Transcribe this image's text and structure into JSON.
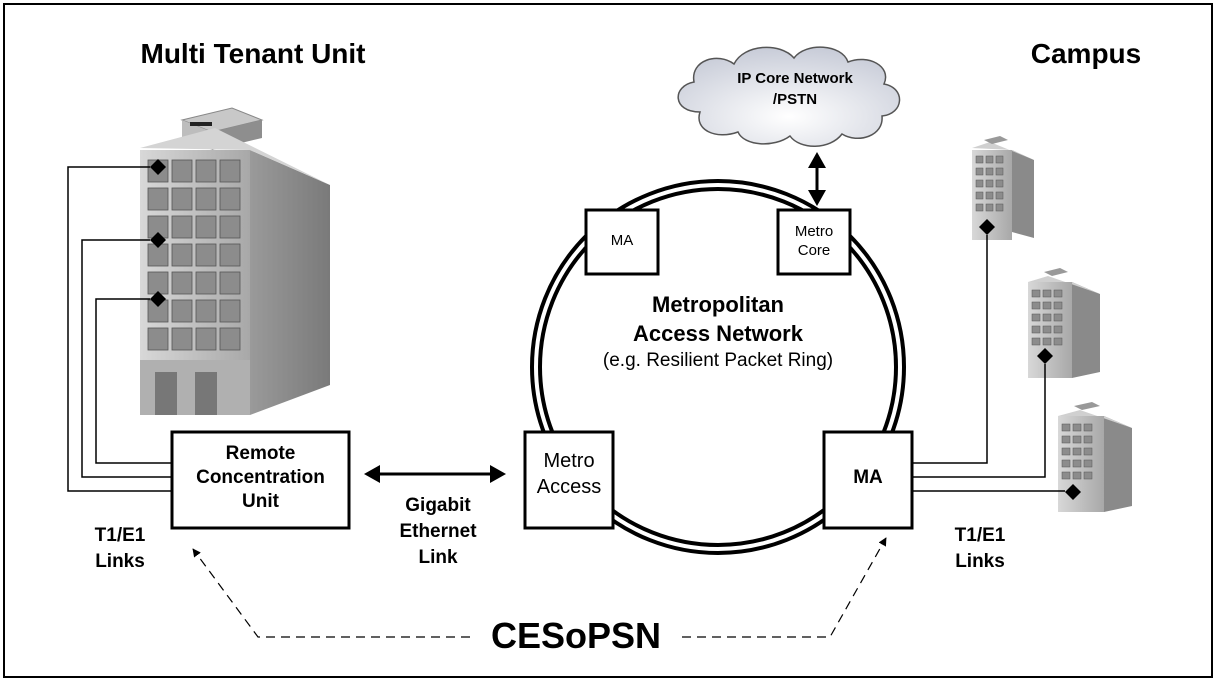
{
  "left_title": "Multi Tenant Unit",
  "right_title": "Campus",
  "cloud": {
    "line1": "IP Core Network",
    "line2": "/PSTN"
  },
  "ring": {
    "title_line1": "Metropolitan",
    "title_line2": "Access Network",
    "subtitle": "(e.g. Resilient Packet Ring)"
  },
  "nodes": {
    "ma_top": "MA",
    "metro_core_1": "Metro",
    "metro_core_2": "Core",
    "metro_access_1": "Metro",
    "metro_access_2": "Access",
    "ma_right": "MA"
  },
  "rcu": {
    "line1": "Remote",
    "line2": "Concentration",
    "line3": "Unit"
  },
  "gige": {
    "line1": "Gigabit",
    "line2": "Ethernet",
    "line3": "Link"
  },
  "links_left": {
    "line1": "T1/E1",
    "line2": "Links"
  },
  "links_right": {
    "line1": "T1/E1",
    "line2": "Links"
  },
  "cesopsn": "CESoPSN"
}
